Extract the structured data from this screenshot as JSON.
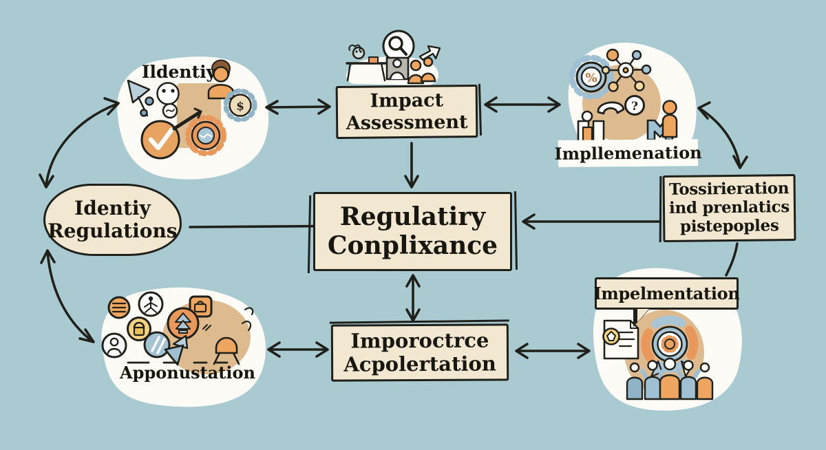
{
  "colors": {
    "background": "#a8cad0",
    "box_fill": "#f2e7d1",
    "ink": "#20201a",
    "blob_white": "#fcfbf5",
    "tan": "#debb8e",
    "orange": "#e8985a",
    "blue": "#9fc0d2",
    "yellow": "#f2d382"
  },
  "nodes": {
    "identify_top": {
      "label": "Ildentiy"
    },
    "impact_assessment": {
      "label": "Impact\nAssessment"
    },
    "implementation_top": {
      "label": "Impllemenation"
    },
    "identify_regulations": {
      "label": "Identiy\nRegulations"
    },
    "regulatory_compliance": {
      "label": "Regulatiry\nConplixance"
    },
    "considerations": {
      "label": "Tossirieration\nind prenlatics\npistepoples"
    },
    "importance_acceleration": {
      "label": "Imporoctrce\nAcpolertation"
    },
    "apponustation": {
      "label": "Apponustation"
    },
    "implementation_bottom": {
      "label": "Impelmentation"
    }
  },
  "glyphs": {
    "percent": "%",
    "question": "?",
    "dollar": "$"
  },
  "icons": {
    "identify_cluster": [
      "flag-icon",
      "face-icon",
      "scribble-circle-icon",
      "person-icon",
      "money-bag-gear-icon",
      "handshake-gear-icon",
      "check-circle-icon"
    ],
    "impact_illustration": [
      "desk-icon",
      "magnifier-bubble-icon",
      "presenter-panel-icon",
      "people-icon",
      "trend-arrow-icon"
    ],
    "implementation_cluster": [
      "percent-gear-icon",
      "network-hub-icon",
      "phone-icon",
      "question-circle-icon",
      "person-icon",
      "desk-people-icon"
    ],
    "apponustation_cluster": [
      "menu-circle-icon",
      "stick-figure-circle-icon",
      "briefcase-icon",
      "double-up-arrow-circle-icon",
      "lock-circle-icon",
      "profile-circle-icon",
      "slash-circle-icon",
      "triangle-icon",
      "dome-person-icon"
    ],
    "implementation_bottom_cluster": [
      "certificate-document-icon",
      "seal-icon",
      "rosette-gear-emblem-icon",
      "team-people-icon"
    ]
  }
}
